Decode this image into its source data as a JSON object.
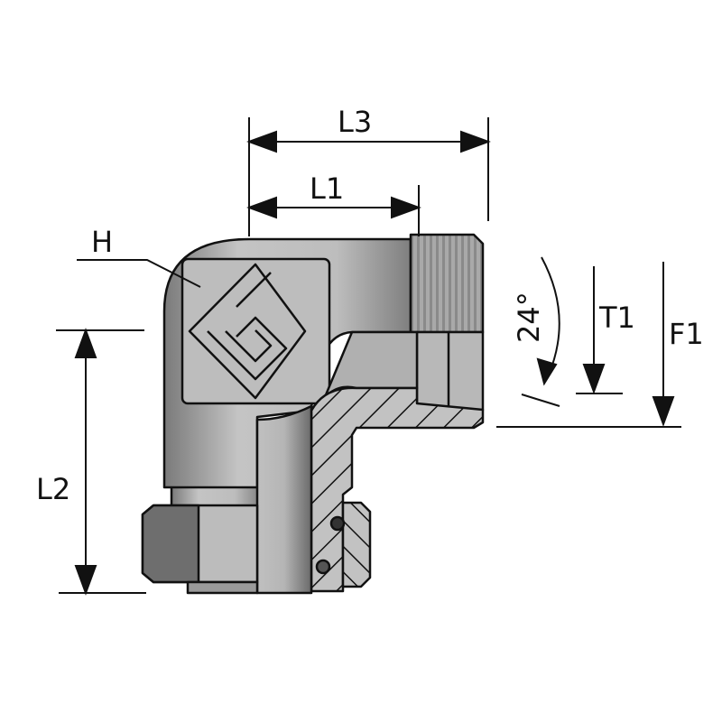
{
  "labels": {
    "l3": "L3",
    "l1": "L1",
    "h": "H",
    "l2": "L2",
    "angle": "24°",
    "t1": "T1",
    "f1": "F1"
  },
  "colors": {
    "body": "#bdbdbd",
    "dark": "#6e6e6e",
    "line": "#111111"
  }
}
